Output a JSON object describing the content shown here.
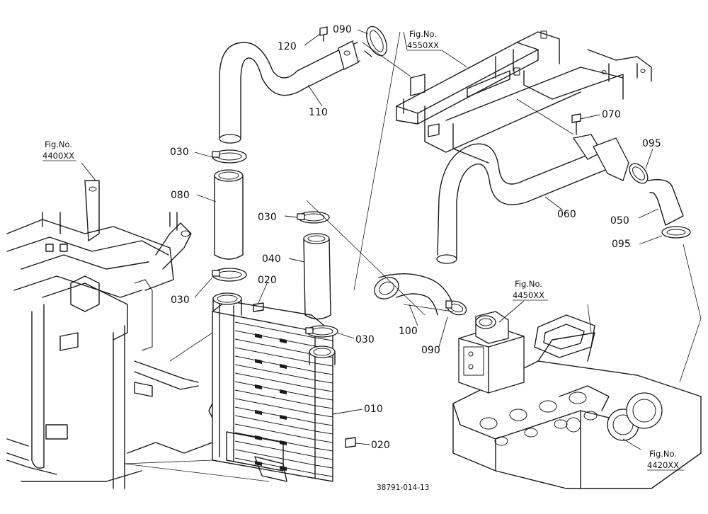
{
  "parts": {
    "p010": "010",
    "p020a": "020",
    "p020b": "020",
    "p030a": "030",
    "p030b": "030",
    "p030c": "030",
    "p030d": "030",
    "p040": "040",
    "p050": "050",
    "p060": "060",
    "p070": "070",
    "p080": "080",
    "p090a": "090",
    "p090b": "090",
    "p095a": "095",
    "p095b": "095",
    "p100": "100",
    "p110": "110",
    "p120": "120"
  },
  "refs": {
    "fig_label": "Fig.No.",
    "r4400": "4400XX",
    "r4550": "4550XX",
    "r4450": "4450XX",
    "r4420": "4420XX"
  },
  "drawing_code": "38791-014-13"
}
